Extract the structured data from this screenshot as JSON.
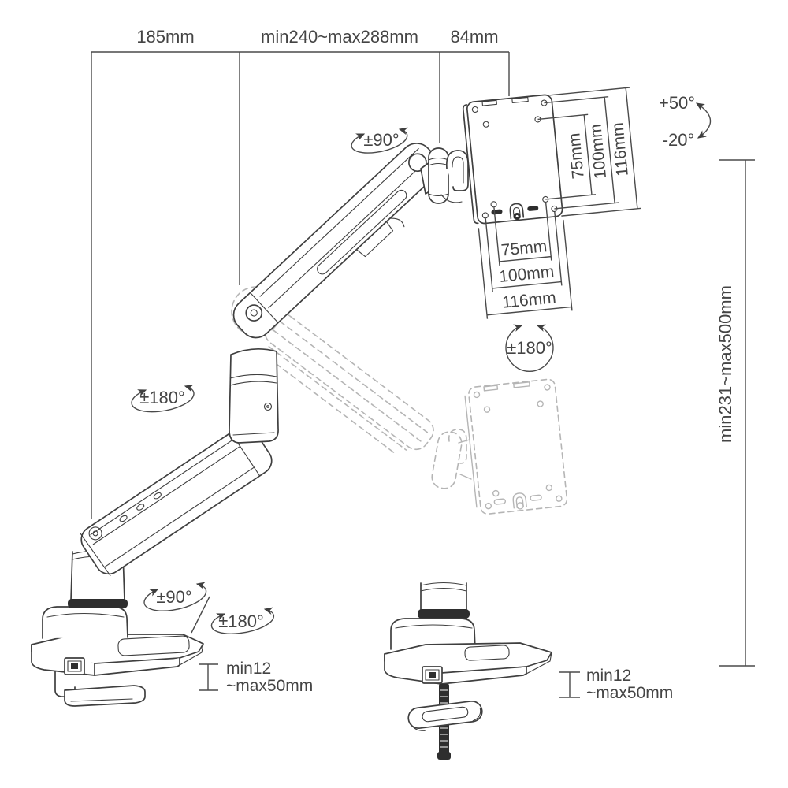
{
  "diagram": {
    "type": "technical-line-drawing",
    "subject": "gas-spring desk-clamp monitor arm dimension specification",
    "colors": {
      "background": "#ffffff",
      "line": "#3f3f3f",
      "ghost_line": "#b5b5b5",
      "text": "#444444"
    },
    "top_dimensions": {
      "rear_arm": "185mm",
      "front_arm": "min240~max288mm",
      "head_offset": "84mm"
    },
    "height_range": "min231~max500mm",
    "tilt": {
      "up": "+50°",
      "down": "-20°"
    },
    "rotations": {
      "head_swivel": "±90°",
      "vesa_rotation": "±180°",
      "elbow_swivel": "±180°",
      "base_swivel": "±90°",
      "base_rotation": "±180°"
    },
    "vesa_vertical": [
      "75mm",
      "100mm",
      "116mm"
    ],
    "vesa_horizontal": [
      "75mm",
      "100mm",
      "116mm"
    ],
    "clamp_range_left": {
      "line1": "min12",
      "line2": "~max50mm"
    },
    "clamp_range_right": {
      "line1": "min12",
      "line2": "~max50mm"
    }
  }
}
